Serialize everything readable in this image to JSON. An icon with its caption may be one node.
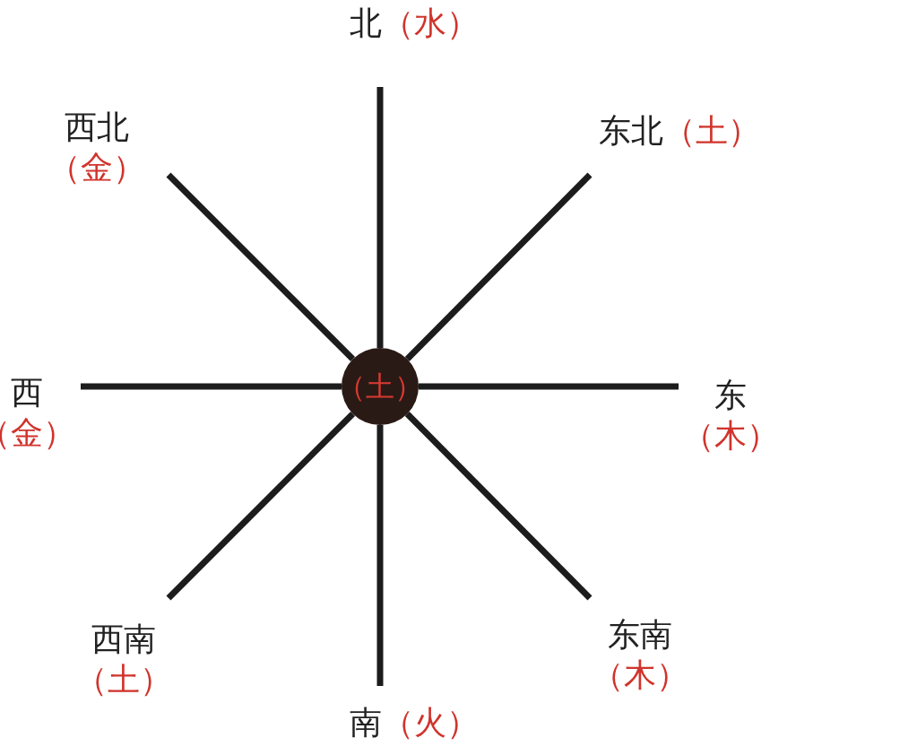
{
  "diagram": {
    "nodes": [
      {
        "text": [
          "北",
          "（水）"
        ]
      },
      {
        "text": [
          "西北",
          "（金）"
        ]
      },
      {
        "text": [
          "东北",
          "（土）"
        ]
      },
      {
        "text": [
          "西",
          "（金）"
        ]
      },
      {
        "text": [
          "（土）"
        ]
      },
      {
        "text": [
          "东",
          "（木）"
        ]
      },
      {
        "text": [
          "西南",
          "（土）"
        ]
      },
      {
        "text": [
          "东南",
          "（木）"
        ]
      },
      {
        "text": [
          "南",
          "（火）"
        ]
      }
    ],
    "edges": [
      {
        "from": 4,
        "to": 0,
        "arrow": "none"
      },
      {
        "from": 4,
        "to": 2,
        "arrow": "none"
      },
      {
        "from": 4,
        "to": 5,
        "arrow": "none"
      },
      {
        "from": 4,
        "to": 7,
        "arrow": "none"
      },
      {
        "from": 4,
        "to": 8,
        "arrow": "none"
      },
      {
        "from": 4,
        "to": 6,
        "arrow": "none"
      },
      {
        "from": 4,
        "to": 3,
        "arrow": "none"
      },
      {
        "from": 4,
        "to": 1,
        "arrow": "none"
      }
    ]
  }
}
